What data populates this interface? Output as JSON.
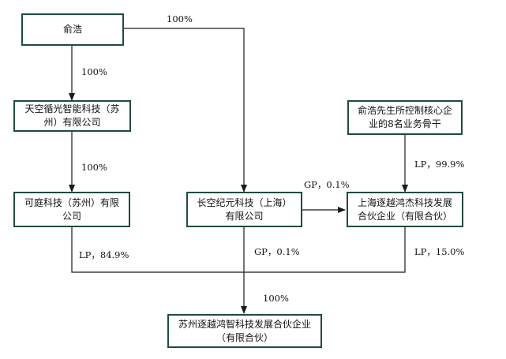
{
  "nodes": {
    "yu_hao": {
      "lines": [
        "俞浩"
      ]
    },
    "tiankong": {
      "lines": [
        "天空循光智能科技（苏",
        "州）有限公司"
      ]
    },
    "keting": {
      "lines": [
        "可庭科技（苏州）有限",
        "公司"
      ]
    },
    "changkong": {
      "lines": [
        "长空纪元科技（上海）",
        "有限公司"
      ]
    },
    "yuhao_core": {
      "lines": [
        "俞浩先生所控制核心企",
        "业的8名业务骨干"
      ]
    },
    "shanghai_partnership": {
      "lines": [
        "上海逐越鸿杰科技发展",
        "合伙企业（有限合伙）"
      ]
    },
    "suzhou_partnership": {
      "lines": [
        "苏州逐越鸿智科技发展合伙企业",
        "（有限合伙）"
      ]
    }
  },
  "edges": {
    "yuhao_to_changkong": "100%",
    "yuhao_to_tiankong": "100%",
    "tiankong_to_keting": "100%",
    "changkong_to_shanghai": "GP，0.1%",
    "core_to_shanghai": "LP，99.9%",
    "keting_to_suzhou": "LP，84.9%",
    "changkong_to_suzhou": "GP，0.1%",
    "shanghai_to_suzhou": "LP，15.0%",
    "total_to_suzhou": "100%"
  },
  "colors": {
    "box_border": "#1f4b43",
    "line": "#1a1a1a",
    "text": "#111111"
  }
}
